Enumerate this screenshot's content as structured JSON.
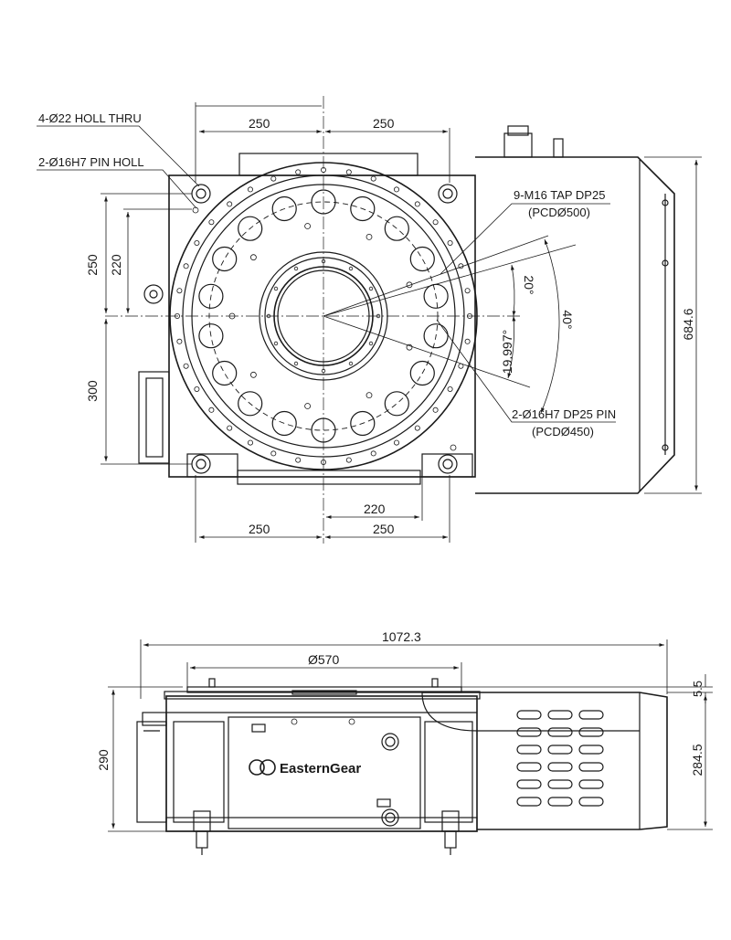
{
  "top_view": {
    "dims": {
      "top_left_250": "250",
      "top_right_250": "250",
      "left_250": "250",
      "left_220": "220",
      "left_300": "300",
      "right_684": "684.6",
      "bottom_220": "220",
      "bottom_left_250": "250",
      "bottom_right_250": "250",
      "angle_20": "20°",
      "angle_40": "40°",
      "angle_19997": "19.997°"
    },
    "callouts": {
      "holes_thru": "4-Ø22 HOLL THRU",
      "pin_holl": "2-Ø16H7 PIN HOLL",
      "tap_line1": "9-M16 TAP DP25",
      "tap_line2": "(PCDØ500)",
      "pin_dp_line1": "2-Ø16H7 DP25 PIN",
      "pin_dp_line2": "(PCDØ450)"
    }
  },
  "side_view": {
    "dims": {
      "overall_width": "1072.3",
      "diameter": "Ø570",
      "height_left": "290",
      "height_right": "284.5",
      "offset_right": "5.5"
    },
    "brand": "EasternGear"
  },
  "colors": {
    "line": "#1a1a1a",
    "background": "#ffffff"
  }
}
